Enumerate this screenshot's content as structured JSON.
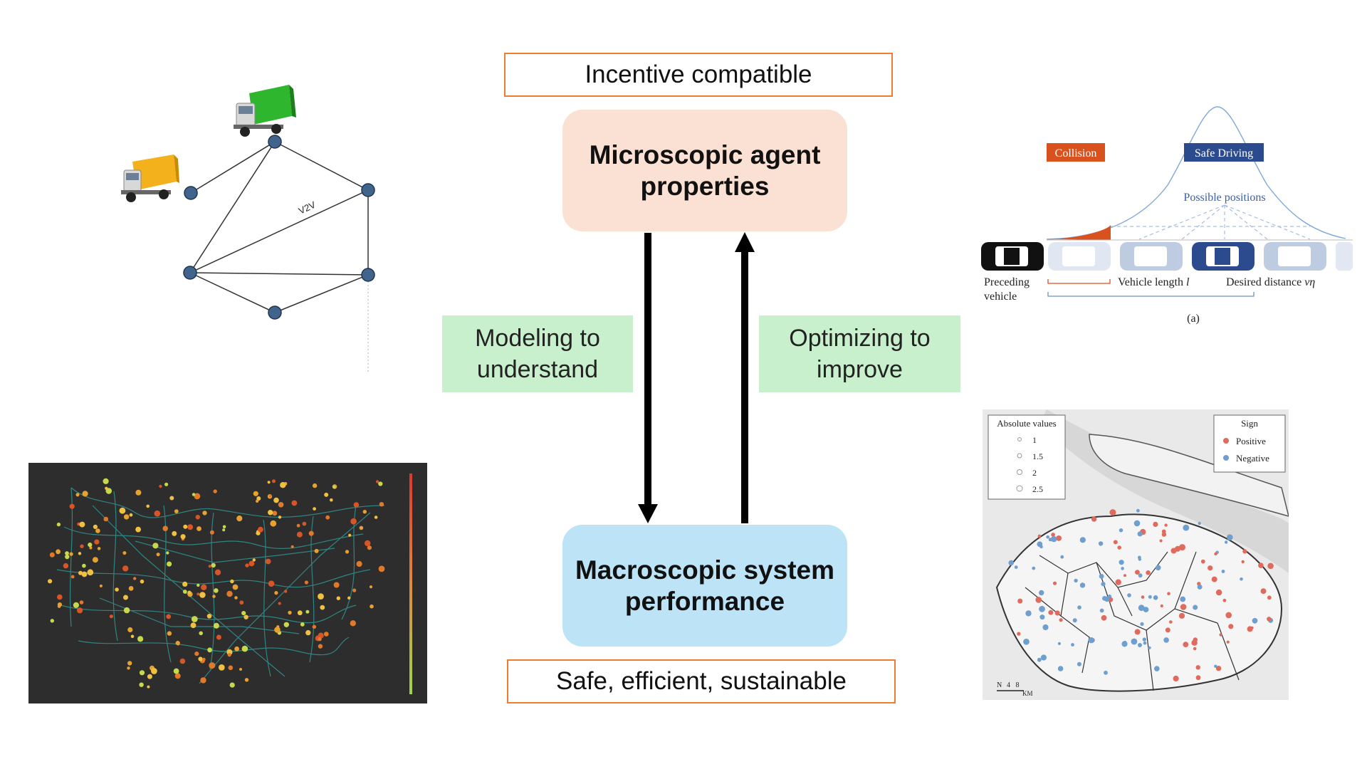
{
  "top_label": "Incentive compatible",
  "bottom_label": "Safe, efficient, sustainable",
  "micro_box": {
    "line1": "Microscopic agent",
    "line2": "properties"
  },
  "macro_box": {
    "line1": "Macroscopic system",
    "line2": "performance"
  },
  "left_green": {
    "line1": "Modeling to",
    "line2": "understand"
  },
  "right_green": {
    "line1": "Optimizing to",
    "line2": "improve"
  },
  "v2v": {
    "edge_label": "V2V"
  },
  "car_following": {
    "collision": "Collision",
    "safe_driving": "Safe Driving",
    "possible_positions": "Possible positions",
    "preceding_line1": "Preceding",
    "preceding_line2": "vehicle",
    "vehicle_length": "Vehicle length",
    "vehicle_length_symbol": "l",
    "desired_distance": "Desired distance",
    "desired_distance_symbol": "vη",
    "caption": "(a)"
  },
  "city_map": {
    "legend_abs_title": "Absolute values",
    "legend_abs_items": [
      "1",
      "1.5",
      "2",
      "2.5"
    ],
    "legend_sign_title": "Sign",
    "legend_sign_items": [
      "Positive",
      "Negative"
    ],
    "scale_numbers": "4   8",
    "scale_unit": "KM",
    "north": "N"
  },
  "colors": {
    "orange_border": "#ed7d31",
    "micro_fill": "#fbe1d3",
    "macro_fill": "#bde3f7",
    "green_fill": "#c9f0cc",
    "node_blue": "#41648c",
    "collision_orange": "#d9521e",
    "safe_blue": "#2c4b8f",
    "positive_red": "#e06a5c",
    "negative_blue": "#6e9fcf"
  }
}
